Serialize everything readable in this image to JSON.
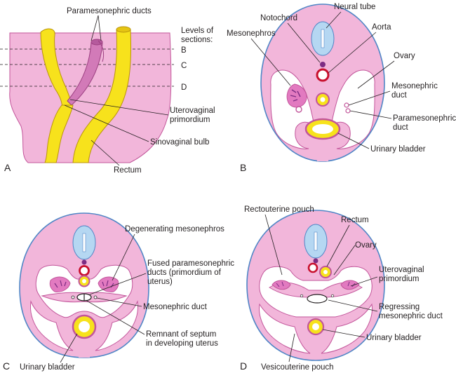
{
  "colors": {
    "tissue": "#f2b6da",
    "tissue_edge": "#c2559a",
    "outline": "#4f86c6",
    "neural": "#b5d7f2",
    "duct": "#f7e21c",
    "duct_edge": "#b9930c",
    "aorta": "#c8102e",
    "notochord": "#7d2c83",
    "cavity": "#ffffff"
  },
  "panel_a": {
    "letter": "A",
    "paramesonephric_ducts": "Paramesonephric ducts",
    "levels_line1": "Levels of",
    "levels_line2": "sections:",
    "level_b": "B",
    "level_c": "C",
    "level_d": "D",
    "uterovaginal_line1": "Uterovaginal",
    "uterovaginal_line2": "primordium",
    "sinovaginal": "Sinovaginal bulb",
    "rectum": "Rectum"
  },
  "panel_b": {
    "letter": "B",
    "neural_tube": "Neural tube",
    "notochord": "Notochord",
    "mesonephros": "Mesonephros",
    "aorta": "Aorta",
    "ovary": "Ovary",
    "mesonephric_line1": "Mesonephric",
    "mesonephric_line2": "duct",
    "paramesonephric_line1": "Paramesonephric",
    "paramesonephric_line2": "duct",
    "urinary_bladder": "Urinary bladder"
  },
  "panel_c": {
    "letter": "C",
    "degenerating": "Degenerating mesonephros",
    "fused_line1": "Fused paramesonephric",
    "fused_line2": "ducts (primordium of",
    "fused_line3": "uterus)",
    "mesonephric_duct": "Mesonephric duct",
    "remnant_line1": "Remnant of septum",
    "remnant_line2": "in developing uterus",
    "urinary_bladder": "Urinary bladder"
  },
  "panel_d": {
    "letter": "D",
    "rectouterine": "Rectouterine pouch",
    "rectum": "Rectum",
    "ovary": "Ovary",
    "uterovaginal_line1": "Uterovaginal",
    "uterovaginal_line2": "primordium",
    "regressing_line1": "Regressing",
    "regressing_line2": "mesonephric duct",
    "urinary_bladder": "Urinary bladder",
    "vesicouterine": "Vesicouterine pouch"
  }
}
